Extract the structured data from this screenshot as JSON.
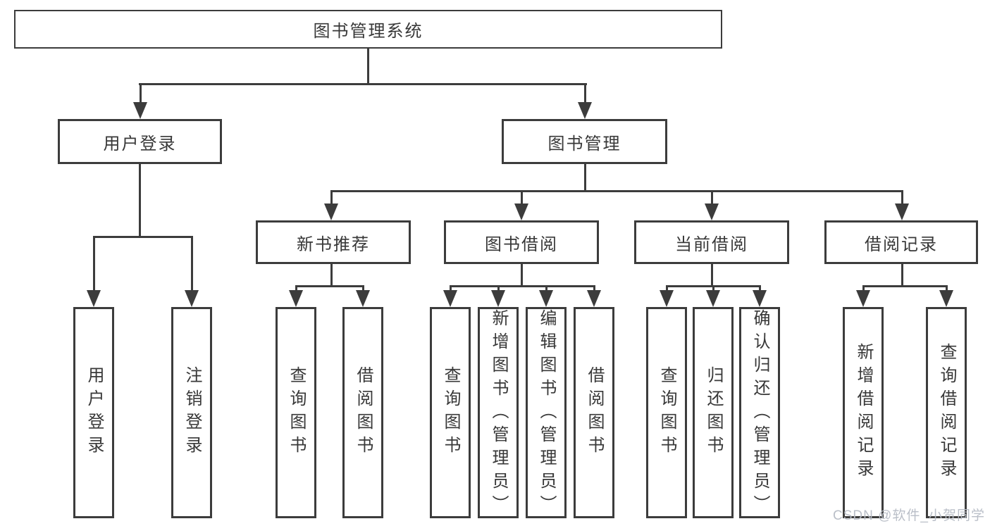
{
  "title": "图书管理系统",
  "level2": {
    "user_login": "用户登录",
    "book_management": "图书管理"
  },
  "level3": {
    "new_book_recommend": "新书推荐",
    "book_borrow": "图书借阅",
    "current_borrow": "当前借阅",
    "borrow_record": "借阅记录"
  },
  "leaves": {
    "user": [
      "用户登录",
      "注销登录"
    ],
    "newbook": [
      "查询图书",
      "借阅图书"
    ],
    "borrow": [
      "查询图书",
      "新增图书（管理员）",
      "编辑图书（管理员）",
      "借阅图书"
    ],
    "current": [
      "查询图书",
      "归还图书",
      "确认归还（管理员）"
    ],
    "record": [
      "新增借阅记录",
      "查询借阅记录"
    ]
  },
  "watermark": "CSDN @软件_小贺同学",
  "colors": {
    "line": "#3c3c3c",
    "text": "#383838",
    "background": "#ffffff",
    "watermark_text": "#b6bcc5"
  }
}
